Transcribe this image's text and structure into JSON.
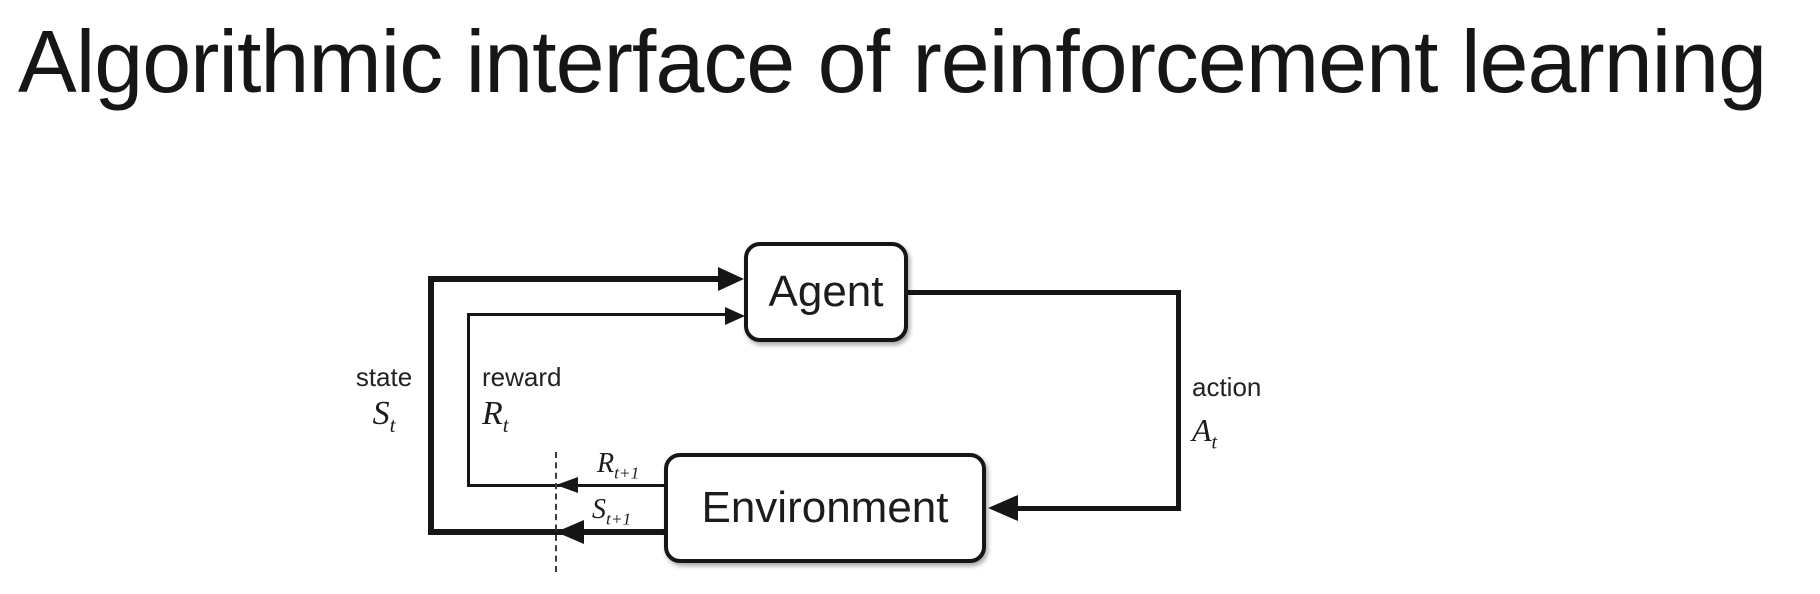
{
  "title": "Algorithmic interface of reinforcement learning",
  "diagram": {
    "nodes": {
      "agent": "Agent",
      "environment": "Environment"
    },
    "labels": {
      "state": {
        "word": "state",
        "base": "S",
        "sub": "t"
      },
      "reward": {
        "word": "reward",
        "base": "R",
        "sub": "t"
      },
      "action": {
        "word": "action",
        "base": "A",
        "sub": "t"
      },
      "reward_next": {
        "base": "R",
        "sub": "t+1"
      },
      "state_next": {
        "base": "S",
        "sub": "t+1"
      }
    },
    "colors": {
      "line": "#161616",
      "text": "#1c1c1c",
      "background": "#ffffff"
    }
  }
}
